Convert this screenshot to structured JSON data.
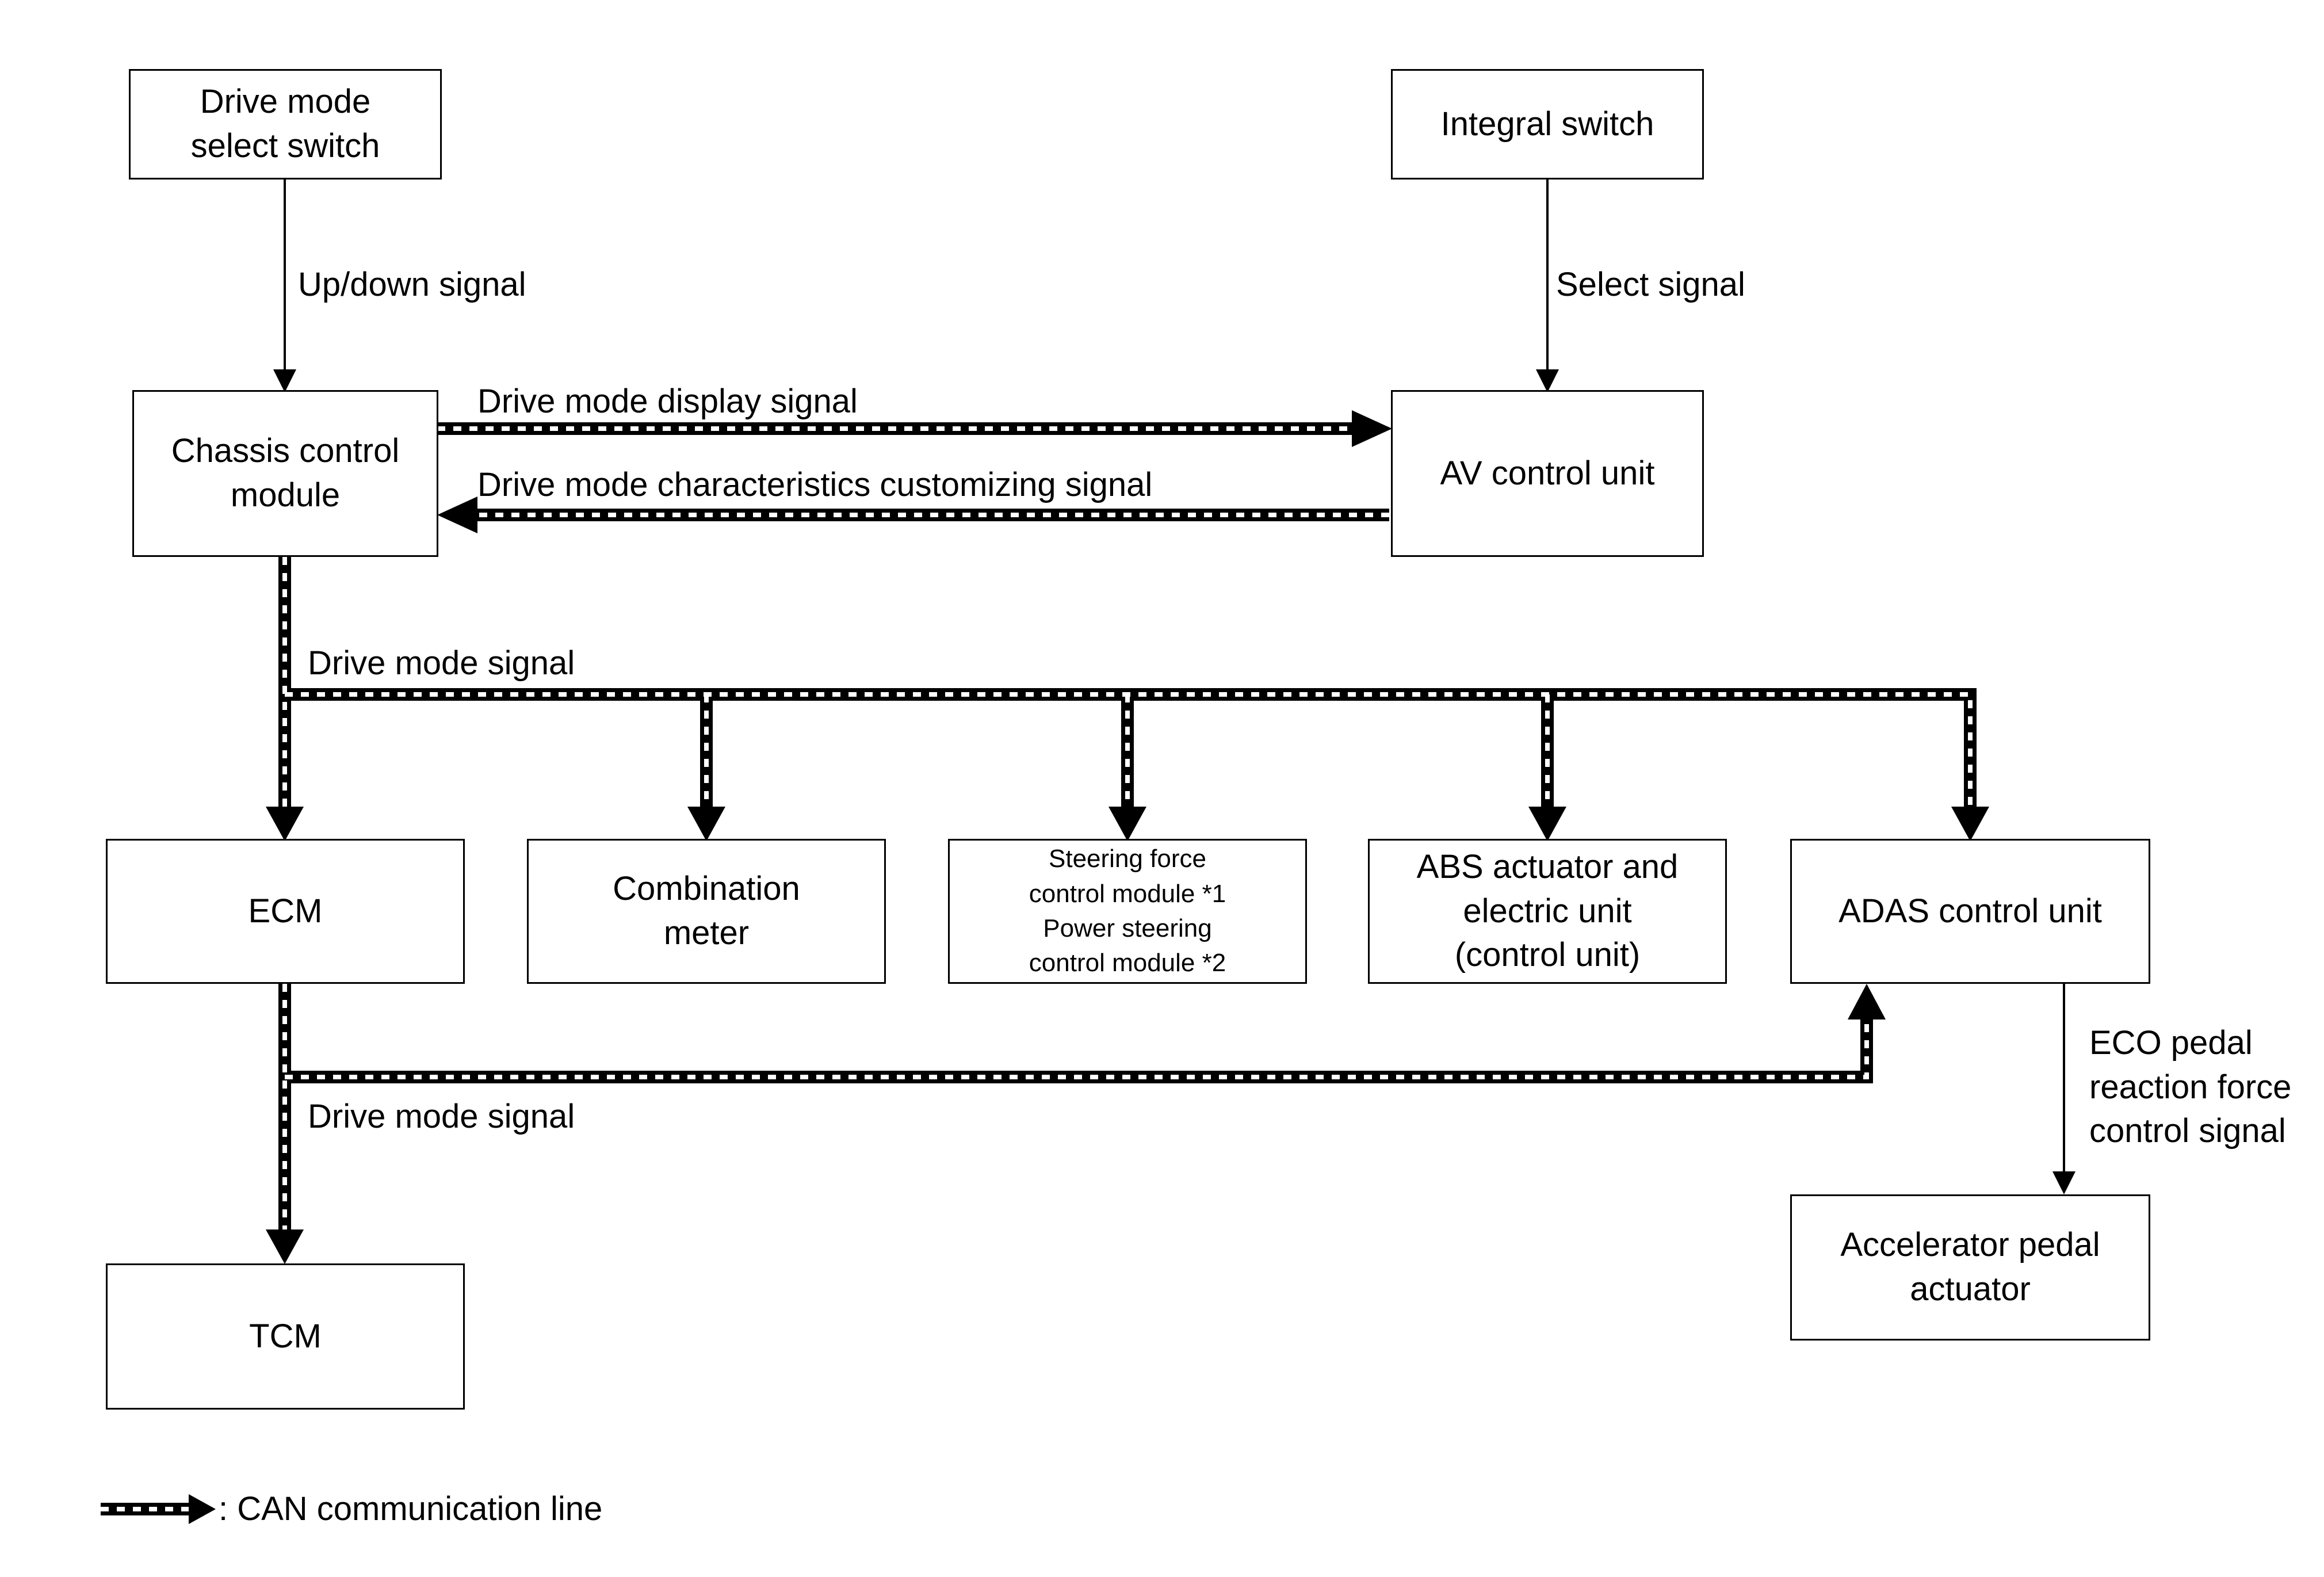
{
  "boxes": {
    "drive_mode_switch": "Drive mode\nselect switch",
    "integral_switch": "Integral switch",
    "chassis_control": "Chassis control\nmodule",
    "av_control": "AV control unit",
    "ecm": "ECM",
    "combination_meter": "Combination\nmeter",
    "steering": "Steering force\ncontrol module *1\nPower steering\ncontrol module *2",
    "abs": "ABS actuator and\nelectric unit\n(control unit)",
    "adas": "ADAS control unit",
    "tcm": "TCM",
    "accelerator": "Accelerator pedal\nactuator"
  },
  "labels": {
    "up_down": "Up/down signal",
    "select": "Select signal",
    "display": "Drive mode display signal",
    "customizing": "Drive mode characteristics customizing signal",
    "drive_mode_1": "Drive mode signal",
    "drive_mode_2": "Drive mode signal",
    "eco": "ECO pedal\nreaction force\ncontrol signal"
  },
  "legend": {
    "text": ": CAN communication line"
  }
}
